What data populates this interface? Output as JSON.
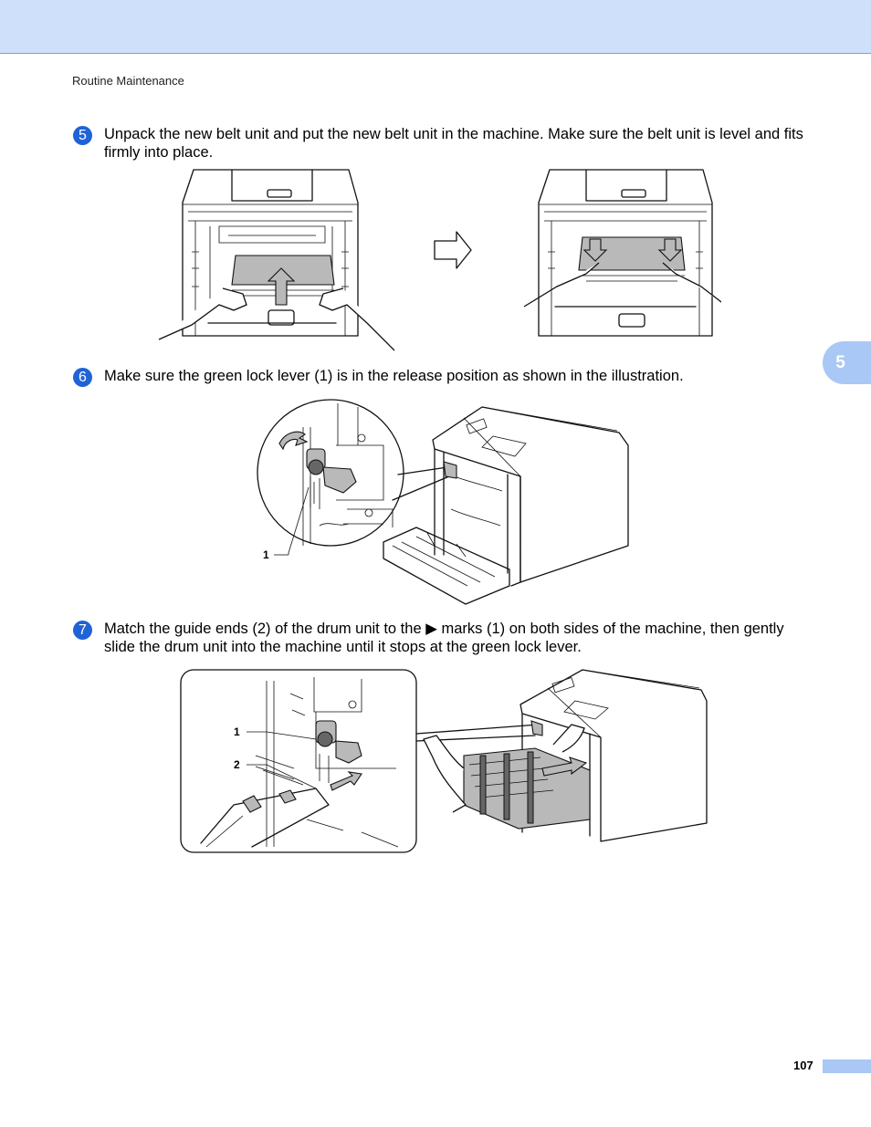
{
  "header": {
    "section": "Routine Maintenance"
  },
  "chapter_tab": "5",
  "steps": [
    {
      "number": "5",
      "text": "Unpack the new belt unit and put the new belt unit in the machine. Make sure the belt unit is level and fits firmly into place."
    },
    {
      "number": "6",
      "text": "Make sure the green lock lever (1) is in the release position as shown in the illustration."
    },
    {
      "number": "7",
      "text": "Match the guide ends (2) of the drum unit to the ▶ marks (1) on both sides of the machine, then gently slide the drum unit into the machine until it stops at the green lock lever."
    }
  ],
  "callouts": {
    "lever_label": "1",
    "mark_label": "1",
    "guide_label": "2"
  },
  "footer": {
    "page_number": "107"
  },
  "colors": {
    "accent": "#1f63d6",
    "band": "#cfe0fb",
    "tab": "#a9c8f5"
  }
}
